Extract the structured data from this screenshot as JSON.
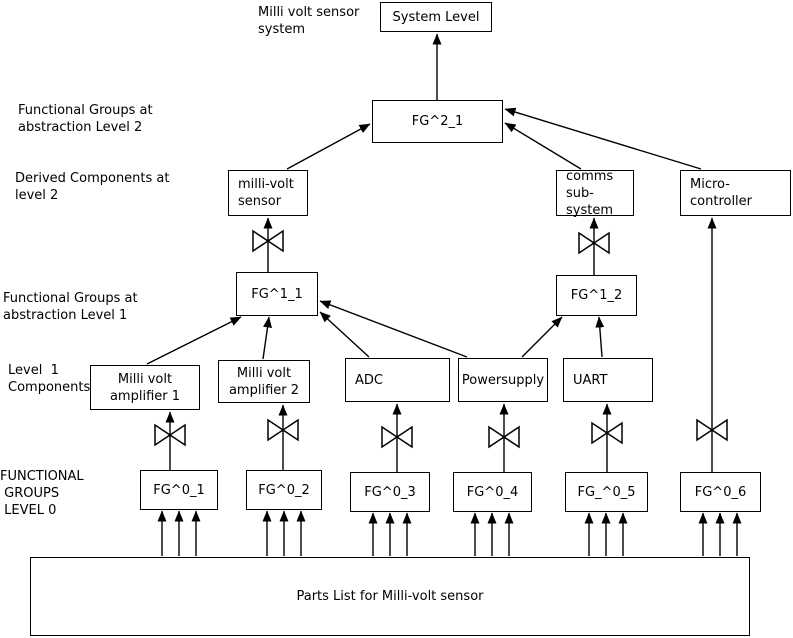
{
  "labels": {
    "top": "Milli volt sensor\nsystem",
    "fg2": "Functional Groups at\nabstraction Level 2",
    "derived2": "Derived Components at\nlevel 2",
    "fg1": "Functional Groups at\nabstraction Level 1",
    "comp1": "Level  1\nComponents",
    "fg0": "FUNCTIONAL\n GROUPS\n LEVEL 0"
  },
  "nodes": {
    "system_level": "System Level",
    "fg2_1": "FG^2_1",
    "sensor": "milli-volt\nsensor",
    "comms": "comms\nsub-system",
    "micro": "Micro-\ncontroller",
    "fg1_1": "FG^1_1",
    "fg1_2": "FG^1_2",
    "amp1": "Milli volt\namplifier 1",
    "amp2": "Milli volt\namplifier 2",
    "adc": "ADC",
    "powersupply": "Powersupply",
    "uart": "UART",
    "fg0_1": "FG^0_1",
    "fg0_2": "FG^0_2",
    "fg0_3": "FG^0_3",
    "fg0_4": "FG^0_4",
    "fg0_5": "FG_^0_5",
    "fg0_6": "FG^0_6",
    "parts": "Parts List for Milli-volt sensor"
  },
  "colors": {
    "line": "#000000",
    "background": "#ffffff"
  }
}
